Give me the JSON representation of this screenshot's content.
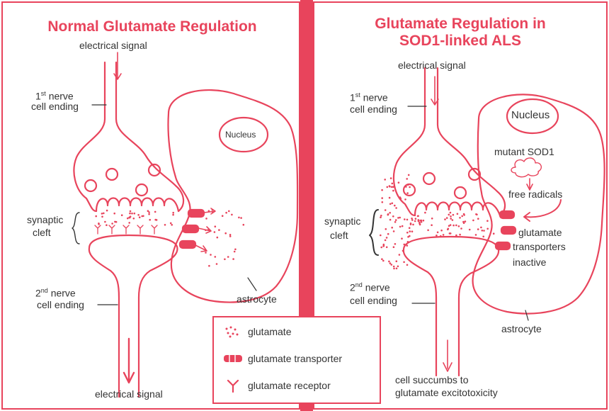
{
  "colors": {
    "accent": "#e8445c",
    "text": "#333333",
    "background": "#ffffff"
  },
  "left_panel": {
    "title": "Normal Glutamate Regulation",
    "electrical_signal_top": "electrical signal",
    "first_nerve_sup": "st",
    "first_nerve_num": "1",
    "first_nerve_rest": " nerve",
    "cell_ending_1": "cell ending",
    "nucleus": "Nucleus",
    "synaptic": "synaptic",
    "cleft": "cleft",
    "second_nerve_num": "2",
    "second_nerve_sup": "nd",
    "second_nerve_rest": " nerve",
    "cell_ending_2": "cell ending",
    "astrocyte": "astrocyte",
    "electrical_signal_bottom": "electrical signal"
  },
  "right_panel": {
    "title_line1": "Glutamate Regulation in",
    "title_line2": "SOD1-linked ALS",
    "electrical_signal_top": "electrical signal",
    "first_nerve_num": "1",
    "first_nerve_sup": "st",
    "first_nerve_rest": " nerve",
    "cell_ending_1": "cell ending",
    "nucleus": "Nucleus",
    "mutant_sod1": "mutant SOD1",
    "free_radicals": "free radicals",
    "synaptic": "synaptic",
    "cleft": "cleft",
    "glutamate_transporters_1": "glutamate",
    "glutamate_transporters_2": "transporters",
    "glutamate_transporters_3": "inactive",
    "second_nerve_num": "2",
    "second_nerve_sup": "nd",
    "second_nerve_rest": " nerve",
    "cell_ending_2": "cell ending",
    "astrocyte": "astrocyte",
    "succumbs_1": "cell succumbs to",
    "succumbs_2": "glutamate excitotoxicity"
  },
  "legend": {
    "items": [
      {
        "icon": "glutamate-dots-icon",
        "label": "glutamate"
      },
      {
        "icon": "glutamate-transporter-icon",
        "label": "glutamate transporter"
      },
      {
        "icon": "glutamate-receptor-icon",
        "label": "glutamate receptor"
      }
    ]
  }
}
